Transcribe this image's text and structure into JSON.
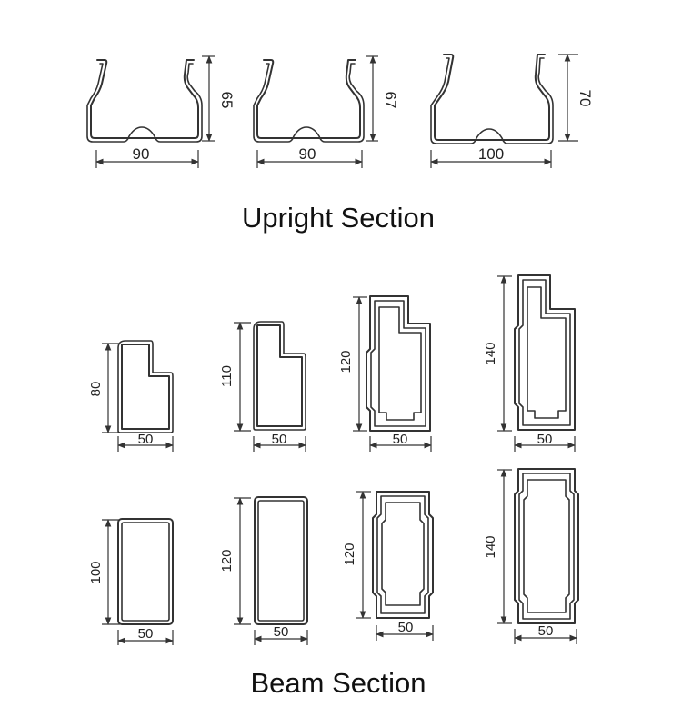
{
  "upright_section": {
    "title": "Upright Section",
    "profiles": [
      {
        "height_label": "65",
        "width_label": "90"
      },
      {
        "height_label": "67",
        "width_label": "90"
      },
      {
        "height_label": "70",
        "width_label": "100"
      }
    ]
  },
  "beam_section": {
    "title": "Beam Section",
    "row1": [
      {
        "height_label": "80",
        "width_label": "50"
      },
      {
        "height_label": "110",
        "width_label": "50"
      },
      {
        "height_label": "120",
        "width_label": "50"
      },
      {
        "height_label": "140",
        "width_label": "50"
      }
    ],
    "row2": [
      {
        "height_label": "100",
        "width_label": "50"
      },
      {
        "height_label": "120",
        "width_label": "50"
      },
      {
        "height_label": "120",
        "width_label": "50"
      },
      {
        "height_label": "140",
        "width_label": "50"
      }
    ]
  },
  "colors": {
    "line": "#333333",
    "text": "#111111",
    "background": "#ffffff"
  }
}
